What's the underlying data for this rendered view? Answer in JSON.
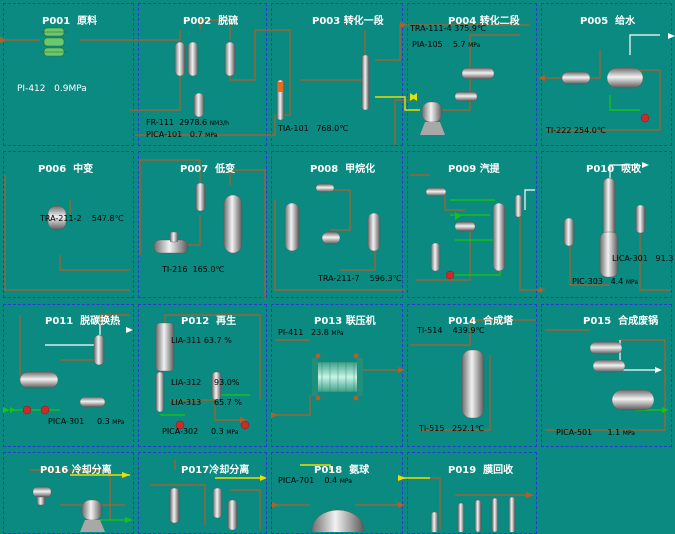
{
  "colors": {
    "background": "#0a8a80",
    "panel_border": "#2a39d8",
    "pipe_brown": "#b0602a",
    "pipe_yellow": "#e8e000",
    "pipe_green": "#18c018",
    "pipe_white": "#ffffff",
    "vessel": "#c8c8c8",
    "pump_red": "#cc2a2a",
    "exchanger": "#7fd8c8"
  },
  "panels": [
    {
      "code": "P001",
      "name": "原料"
    },
    {
      "code": "P002",
      "name": "脱硫"
    },
    {
      "code": "P003",
      "name": "转化一段"
    },
    {
      "code": "P004",
      "name": "转化二段"
    },
    {
      "code": "P005",
      "name": "给水"
    },
    {
      "code": "P006",
      "name": "中变"
    },
    {
      "code": "P007",
      "name": "低变"
    },
    {
      "code": "P008",
      "name": "甲烷化"
    },
    {
      "code": "P009",
      "name": "汽提"
    },
    {
      "code": "P010",
      "name": "吸收"
    },
    {
      "code": "P011",
      "name": "脱碳换热"
    },
    {
      "code": "P012",
      "name": "再生"
    },
    {
      "code": "P013",
      "name": "联压机"
    },
    {
      "code": "P014",
      "name": "合成塔"
    },
    {
      "code": "P015",
      "name": "合成废锅"
    },
    {
      "code": "P016",
      "name": "冷却分离"
    },
    {
      "code": "P017",
      "name": "冷却分离"
    },
    {
      "code": "P018",
      "name": "氨球"
    },
    {
      "code": "P019",
      "name": "膜回收"
    }
  ],
  "readings": [
    {
      "tag": "PI-412",
      "value": "0.9",
      "unit": "MPa"
    },
    {
      "tag": "FR-111",
      "value": "2978.6",
      "unit": "NM3/h"
    },
    {
      "tag": "PICA-101",
      "value": "0.7",
      "unit": "MPa"
    },
    {
      "tag": "TIA-101",
      "value": "768.0",
      "unit": "℃"
    },
    {
      "tag": "TRA-111-4",
      "value": "375.9",
      "unit": "℃"
    },
    {
      "tag": "PIA-105",
      "value": "5.7",
      "unit": "MPa"
    },
    {
      "tag": "TI-222",
      "value": "254.0",
      "unit": "℃"
    },
    {
      "tag": "TRA-211-2",
      "value": "547.8",
      "unit": "℃"
    },
    {
      "tag": "TI-216",
      "value": "165.0",
      "unit": "℃"
    },
    {
      "tag": "TRA-211-7",
      "value": "596.3",
      "unit": "℃"
    },
    {
      "tag": "LICA-301",
      "value": "91.3",
      "unit": ""
    },
    {
      "tag": "PIC-303",
      "value": "4.4",
      "unit": "MPa"
    },
    {
      "tag": "PICA-301",
      "value": "0.3",
      "unit": "MPa"
    },
    {
      "tag": "LIA-311",
      "value": "63.7",
      "unit": "%"
    },
    {
      "tag": "LIA-312",
      "value": "93.0",
      "unit": "%"
    },
    {
      "tag": "LIA-313",
      "value": "65.7",
      "unit": "%"
    },
    {
      "tag": "PICA-302",
      "value": "0.3",
      "unit": "MPa"
    },
    {
      "tag": "PI-411",
      "value": "23.8",
      "unit": "MPa"
    },
    {
      "tag": "TI-514",
      "value": "439.9",
      "unit": "℃"
    },
    {
      "tag": "TI-515",
      "value": "252.1",
      "unit": "℃"
    },
    {
      "tag": "PICA-501",
      "value": "1.1",
      "unit": "MPa"
    },
    {
      "tag": "PICA-701",
      "value": "0.4",
      "unit": "MPa"
    }
  ]
}
